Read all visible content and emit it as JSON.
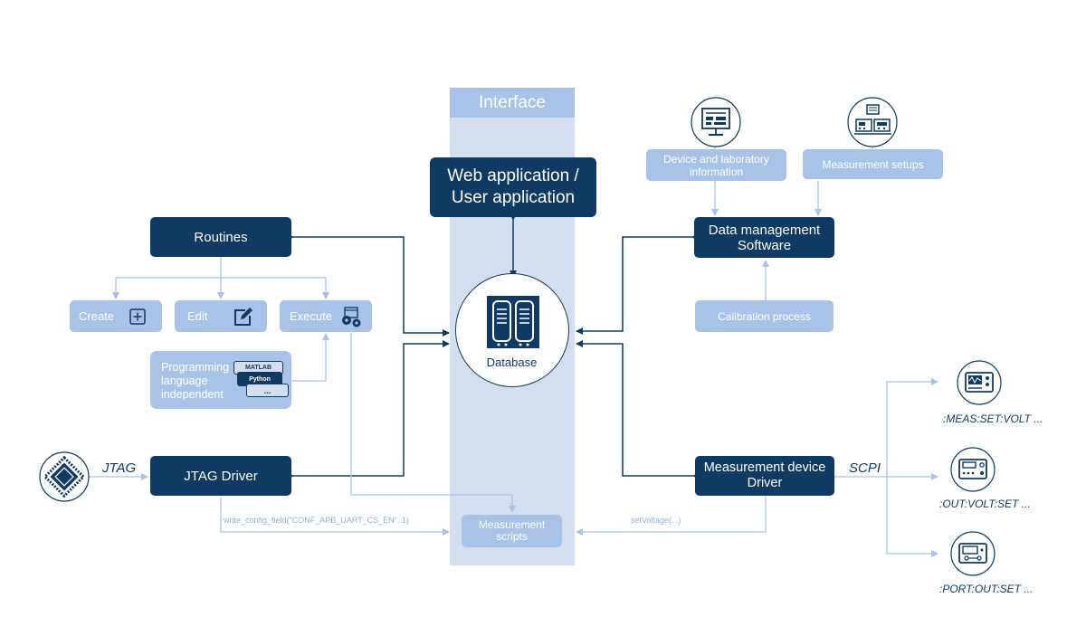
{
  "interface": {
    "title": "Interface"
  },
  "web_app": {
    "line1": "Web application /",
    "line2": "User application"
  },
  "database": {
    "label": "Database"
  },
  "routines": {
    "label": "Routines"
  },
  "create": {
    "label": "Create"
  },
  "edit": {
    "label": "Edit"
  },
  "execute": {
    "label": "Execute"
  },
  "programming": {
    "line1": "Programming",
    "line2": "language",
    "line3": "independent",
    "tags": [
      "MATLAB",
      "Python",
      "..."
    ]
  },
  "jtag": {
    "link_label": "JTAG",
    "driver_label": "JTAG Driver",
    "call": "write_config_field(\"CONF_APB_UART_CS_EN\", 1)"
  },
  "measurement_scripts": {
    "line1": "Measurement",
    "line2": "scripts"
  },
  "set_voltage": {
    "label": "setVoltage(...)"
  },
  "device_info": {
    "line1": "Device and laboratory",
    "line2": "information"
  },
  "measurement_setups": {
    "label": "Measurement setups"
  },
  "data_management": {
    "line1": "Data management",
    "line2": "Software"
  },
  "calibration": {
    "label": "Calibration process"
  },
  "meas_driver": {
    "line1": "Measurement device",
    "line2": "Driver"
  },
  "scpi": {
    "label": "SCPI",
    "commands": [
      ":MEAS:SET:VOLT ...",
      ":OUT:VOLT:SET ...",
      ":PORT:OUT:SET ..."
    ]
  },
  "colors": {
    "dark": "#0f3a63",
    "light": "#a9c3e8",
    "band": "#d5deef",
    "line": "#a9c3e8"
  }
}
